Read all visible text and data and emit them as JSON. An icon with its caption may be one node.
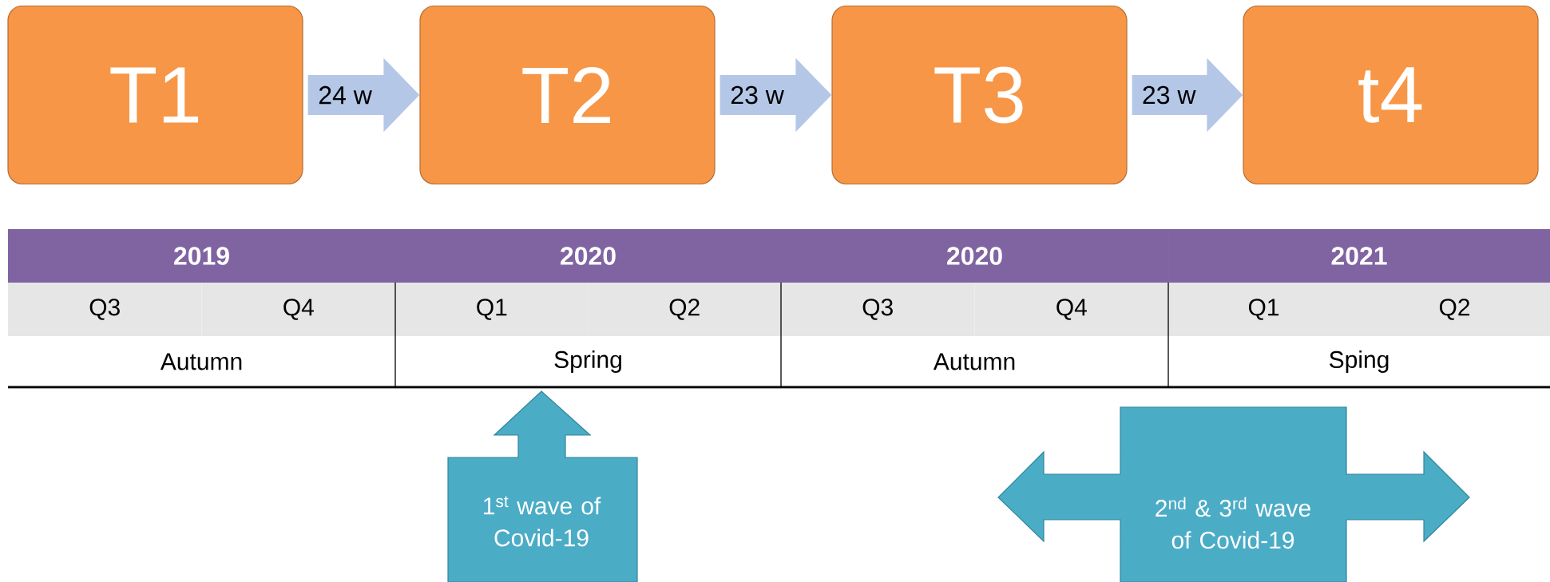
{
  "diagram": {
    "nodes": [
      {
        "text": [
          "T1"
        ]
      },
      {
        "text": [
          "T2"
        ]
      },
      {
        "text": [
          "T3"
        ]
      },
      {
        "text": [
          "t4"
        ]
      },
      {
        "text": [
          "1$^{st}$ wave of Covid-19"
        ]
      },
      {
        "text": [
          "2$^{nd}$ & 3$^{rd}$ wave of Covid-19"
        ]
      }
    ],
    "edges": [
      {
        "from": 0,
        "to": 1,
        "arrow": "to",
        "label": "24 w"
      },
      {
        "from": 1,
        "to": 2,
        "arrow": "to",
        "label": "23 w"
      },
      {
        "from": 2,
        "to": 3,
        "arrow": "to",
        "label": "23 w"
      }
    ],
    "labels": [
      "2019",
      "2020",
      "2020",
      "2021",
      "Q3",
      "Q4",
      "Q1",
      "Q2",
      "Q3",
      "Q4",
      "Q1",
      "Q2",
      "Autumn",
      "Spring",
      "Autumn",
      "Sping"
    ]
  }
}
